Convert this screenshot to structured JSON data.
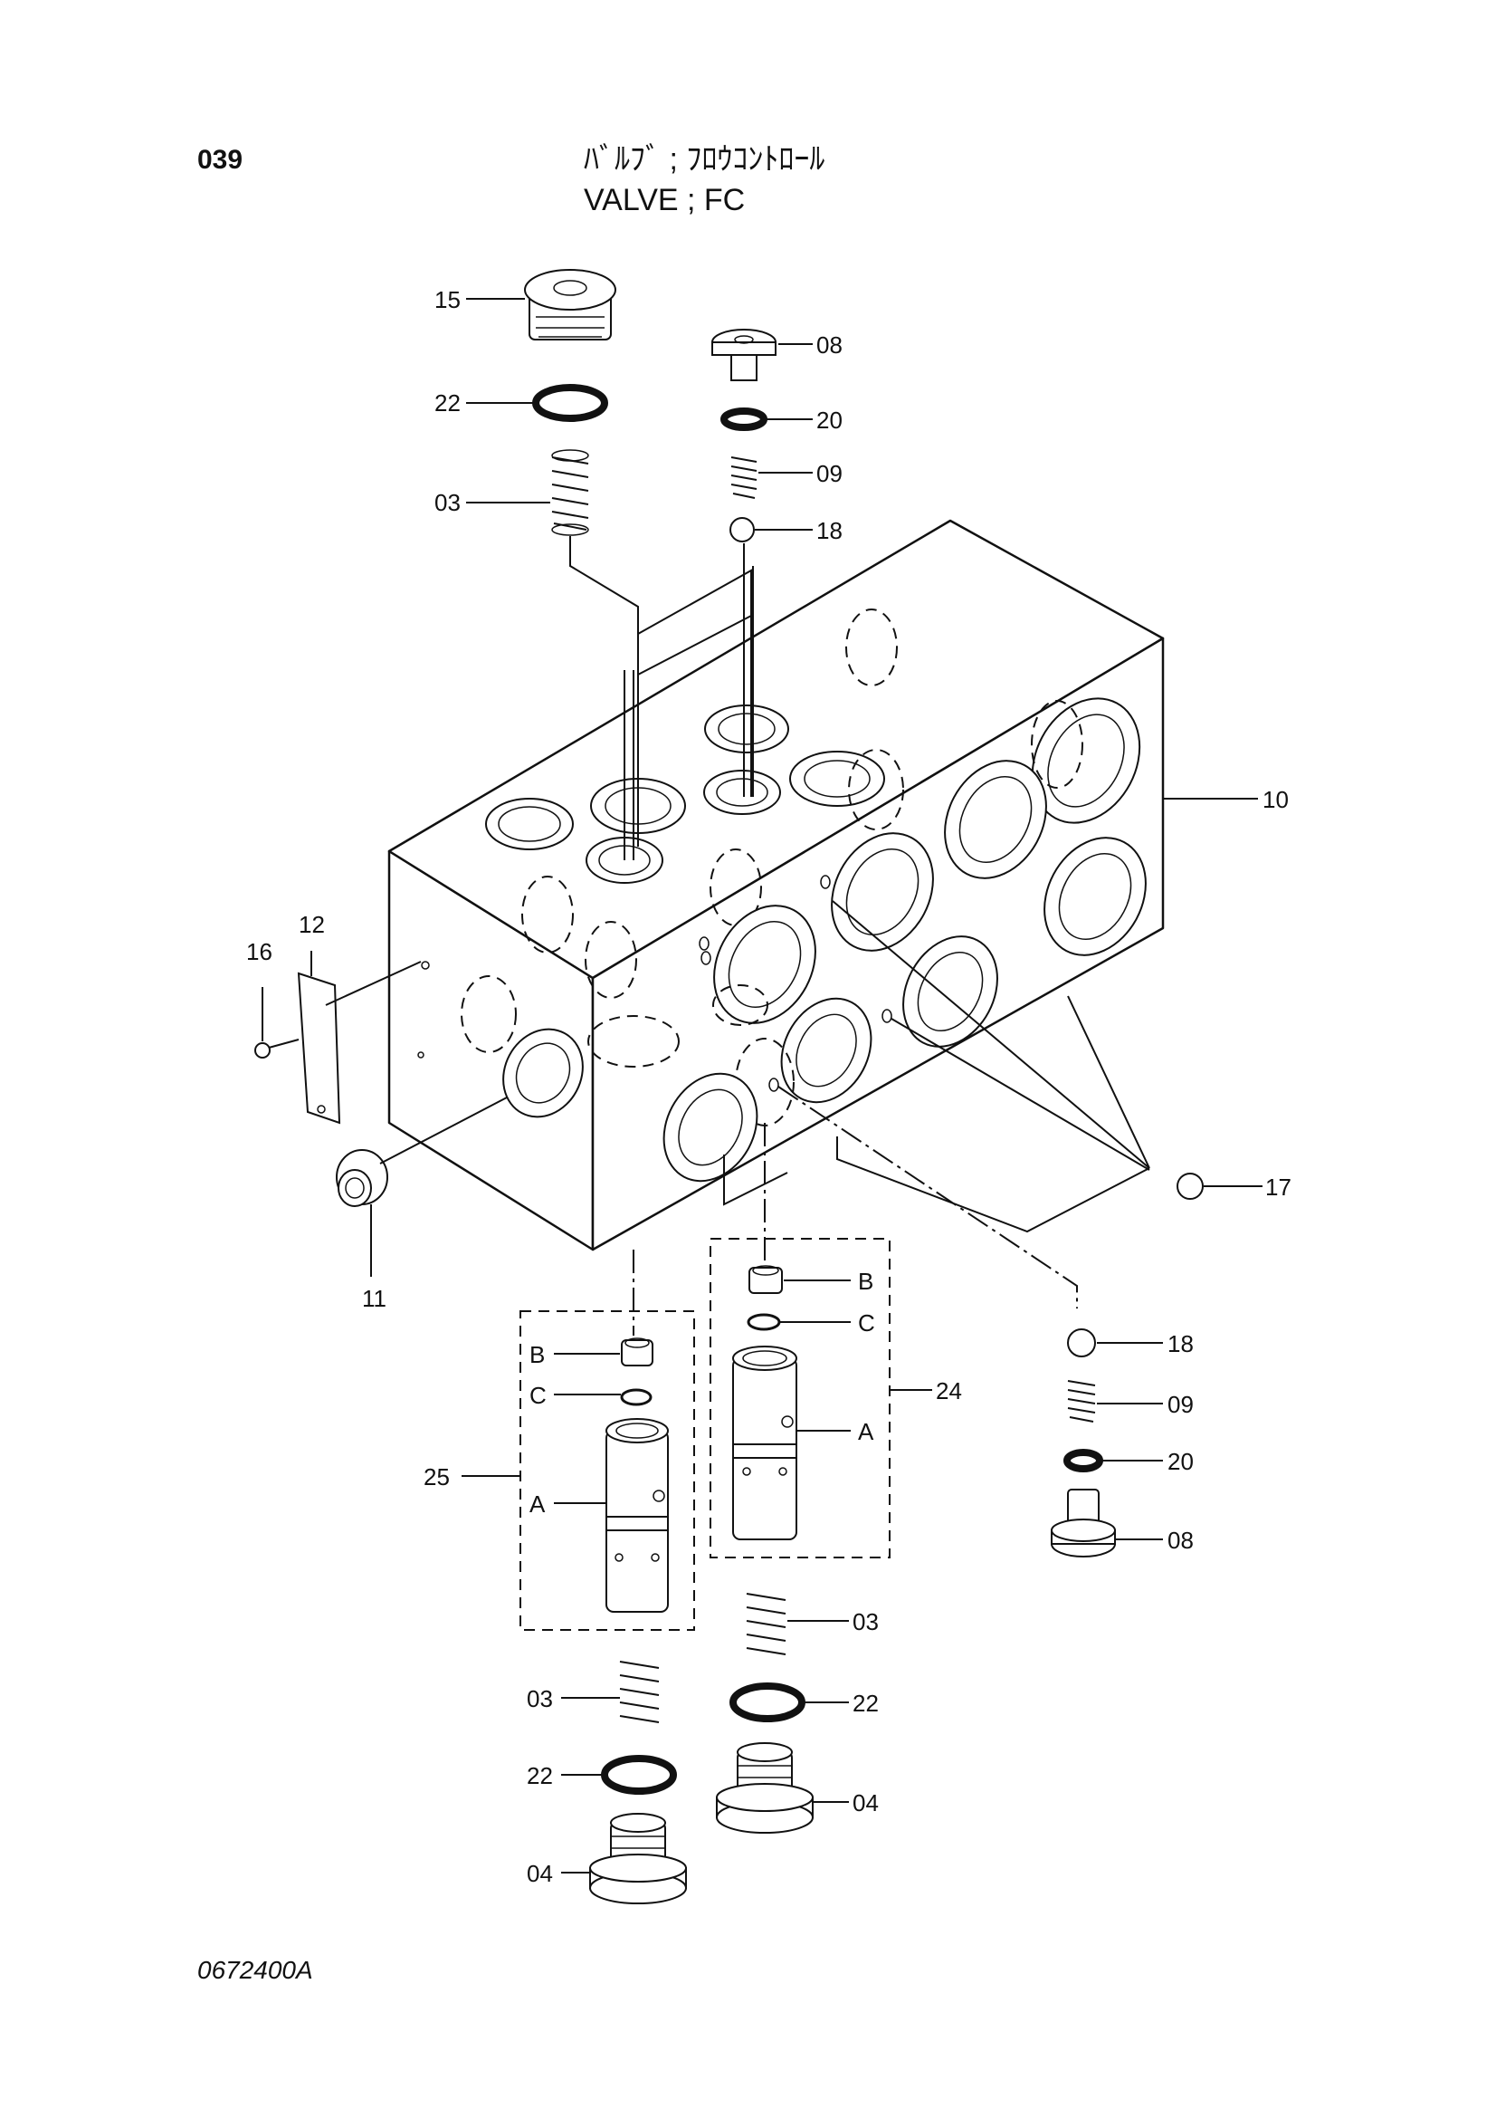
{
  "header": {
    "page_no": "039",
    "title_jp": "ﾊﾞﾙﾌﾞ ; ﾌﾛｳｺﾝﾄﾛｰﾙ",
    "title_en": "VALVE ; FC"
  },
  "footer": {
    "drawing_no": "0672400A"
  },
  "callouts": {
    "c15": "15",
    "c22a": "22",
    "c03a": "03",
    "c08a": "08",
    "c20a": "20",
    "c09a": "09",
    "c18a": "18",
    "c10": "10",
    "c12": "12",
    "c16": "16",
    "c11": "11",
    "c17": "17",
    "c18b": "18",
    "c09b": "09",
    "c20b": "20",
    "c08b": "08",
    "c24": "24",
    "c24B": "B",
    "c24C": "C",
    "c24A": "A",
    "c25": "25",
    "c25B": "B",
    "c25C": "C",
    "c25A": "A",
    "c03b": "03",
    "c22b": "22",
    "c04a": "04",
    "c03c": "03",
    "c22c": "22",
    "c04b": "04"
  }
}
